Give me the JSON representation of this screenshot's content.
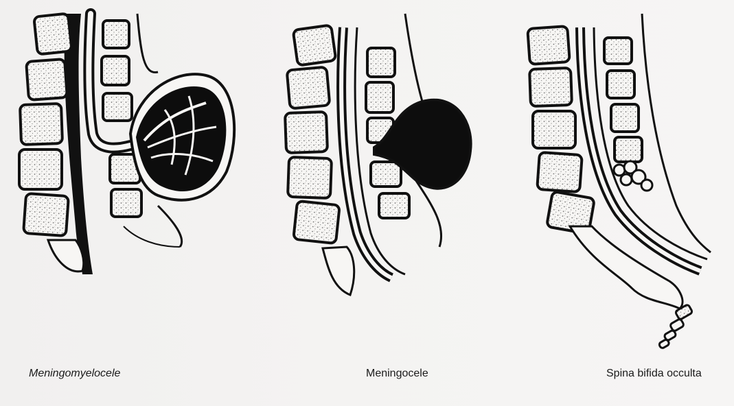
{
  "figure": {
    "captions": {
      "meningomyelocele": "Meningomyelocele",
      "meningocele": "Meningocele",
      "spina_bifida_occulta": "Spina bifida occulta"
    }
  },
  "colors": {
    "ink": "#111111",
    "bone": "#f7f6f4",
    "paper": "#f4f3f2"
  }
}
